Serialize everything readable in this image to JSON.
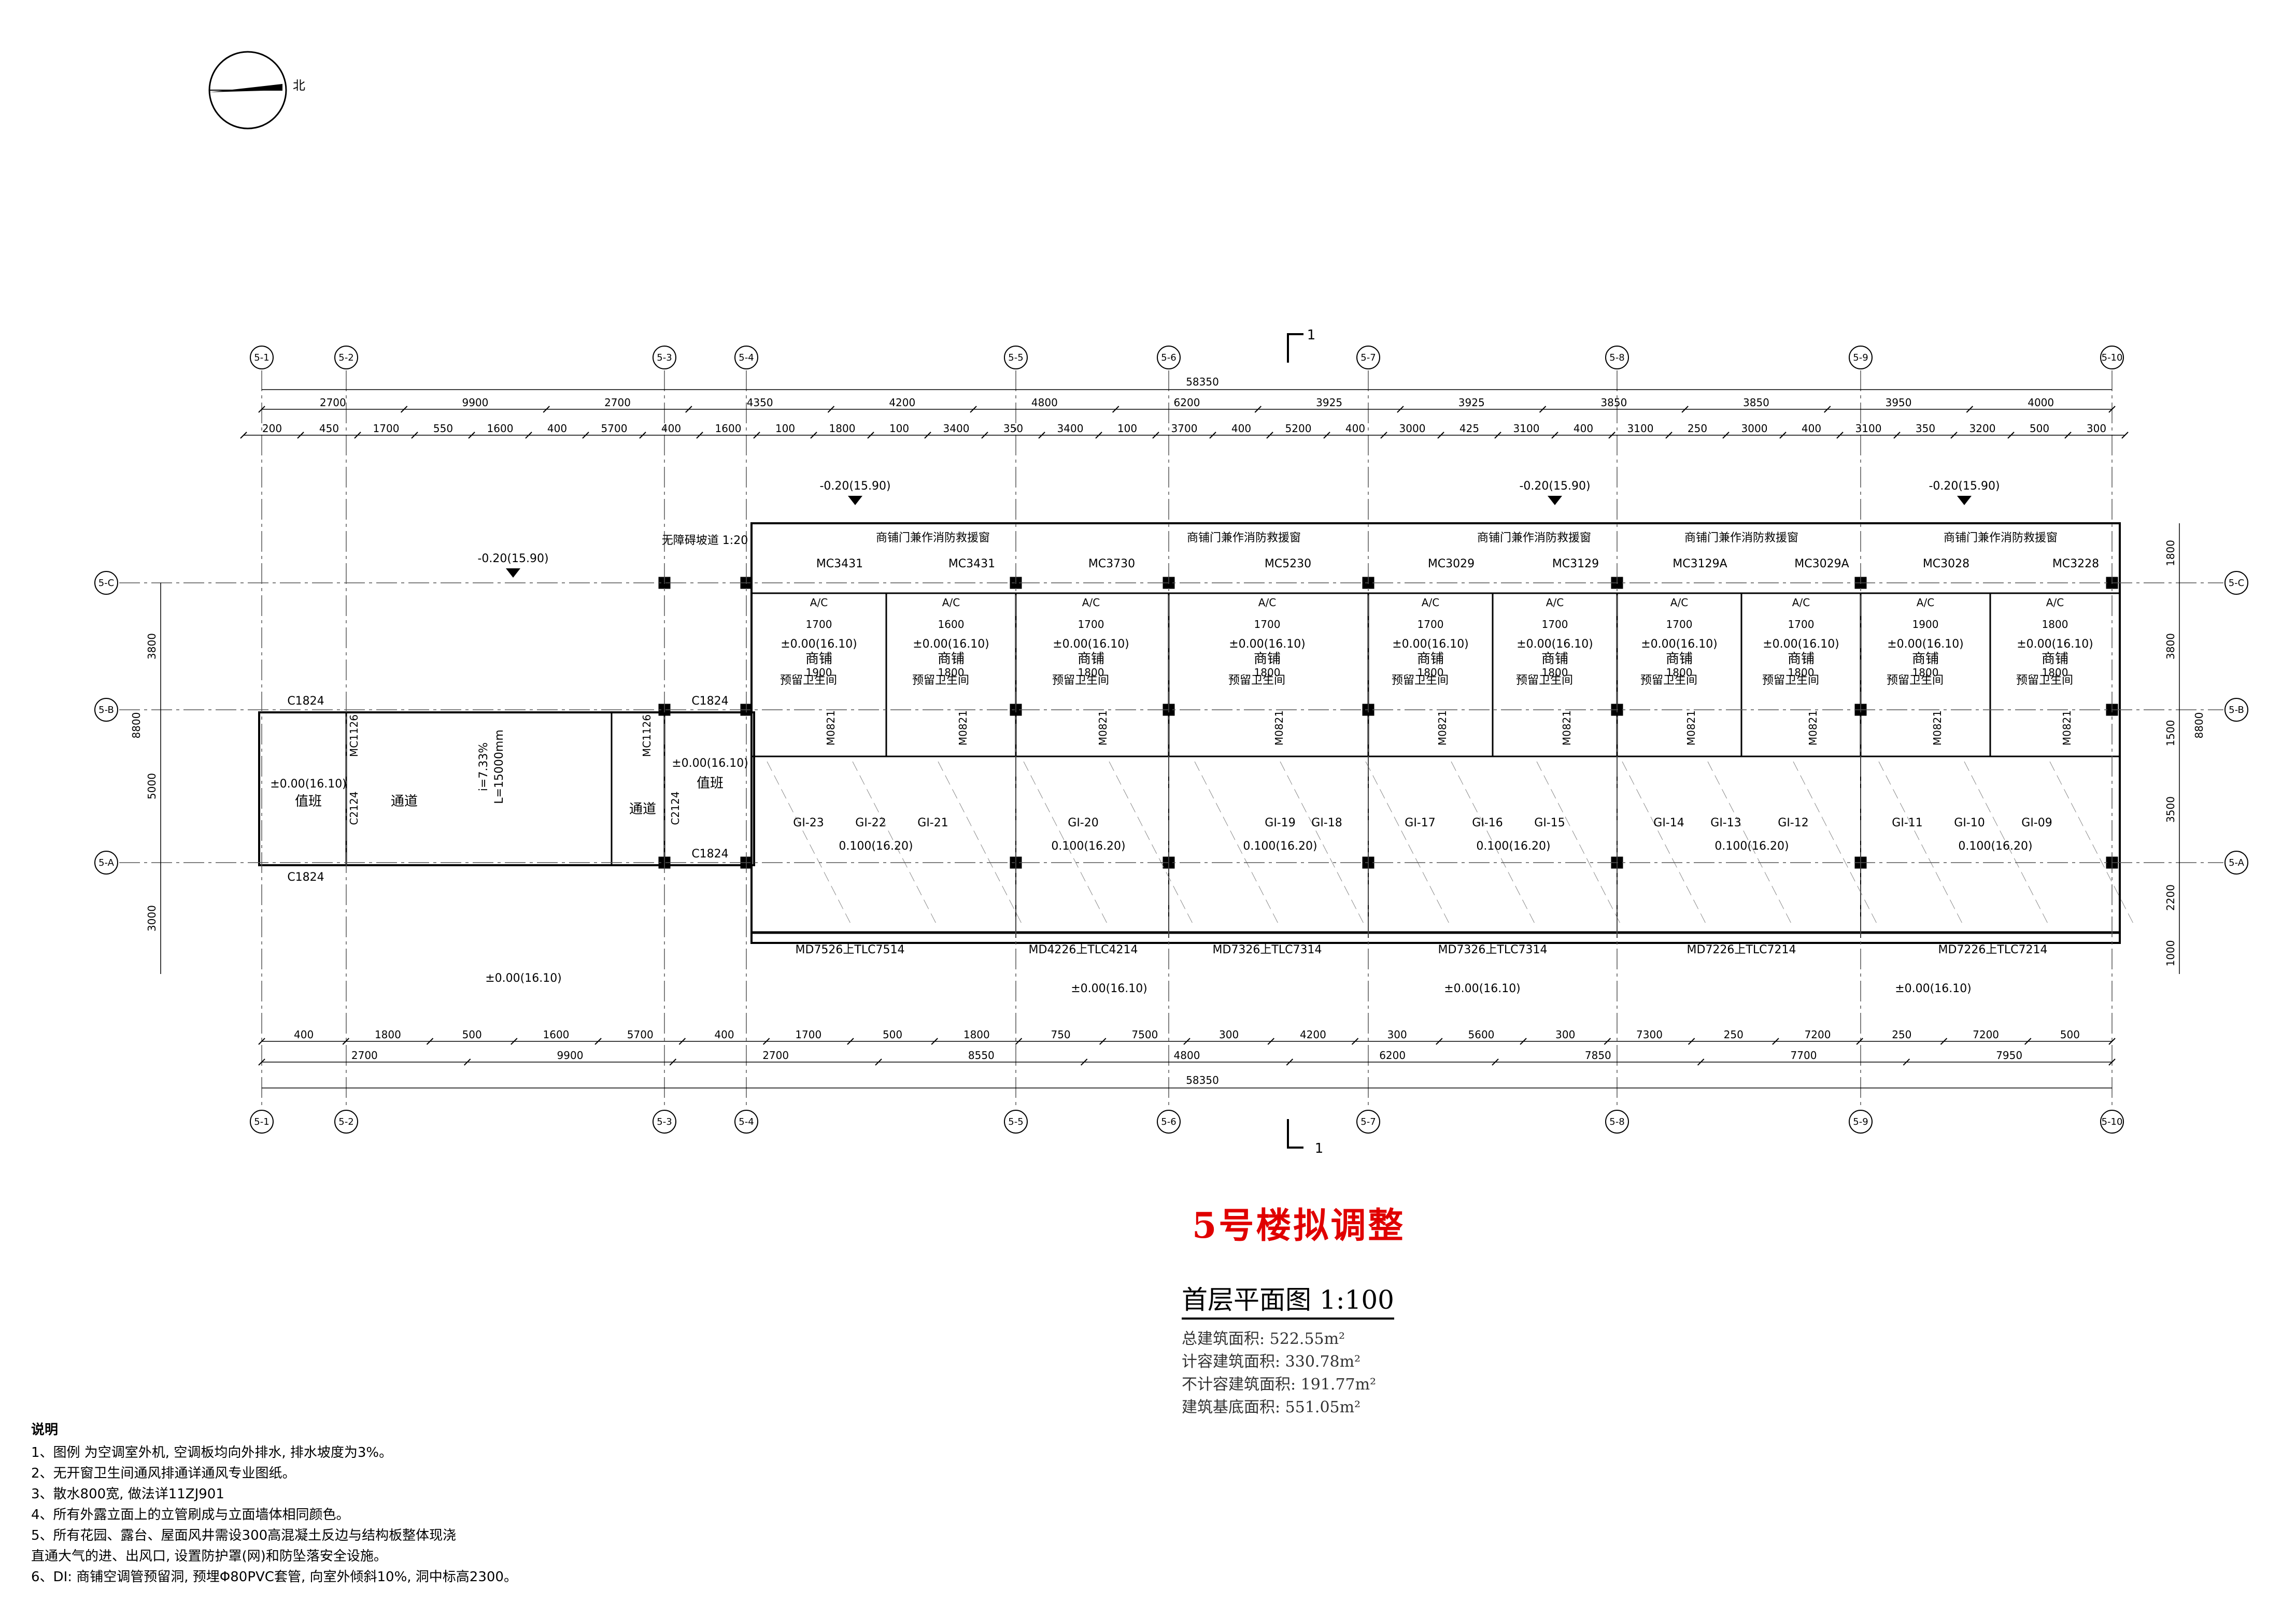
{
  "north_label": "北",
  "project_title": "5号楼拟调整",
  "plan_title": "首层平面图 1:100",
  "areas": [
    "总建筑面积: 522.55m²",
    "计容建筑面积: 330.78m²",
    "不计容建筑面积: 191.77m²",
    "建筑基底面积: 551.05m²"
  ],
  "notes_title": "说明",
  "notes": [
    "1、图例   为空调室外机, 空调板均向外排水, 排水坡度为3%。",
    "2、无开窗卫生间通风排通详通风专业图纸。",
    "3、散水800宽, 做法详11ZJ901",
    "4、所有外露立面上的立管刷成与立面墙体相同颜色。",
    "5、所有花园、露台、屋面风井需设300高混凝土反边与结构板整体现浇",
    "    直通大气的进、出风口, 设置防护罩(网)和防坠落安全设施。",
    "6、DI: 商铺空调管预留洞, 预埋Φ80PVC套管, 向室外倾斜10%, 洞中标高2300。"
  ],
  "section_mark": "1",
  "axis_labels": [
    "5-1",
    "5-2",
    "5-3",
    "5-4",
    "5-5",
    "5-6",
    "5-7",
    "5-8",
    "5-9",
    "5-10"
  ],
  "row_labels": [
    "5-C",
    "5-B",
    "5-A"
  ],
  "top_total": "58350",
  "top_row1": [
    "2700",
    "9900",
    "2700",
    "4350",
    "4200",
    "4800",
    "6200",
    "3925",
    "3925",
    "3850",
    "3850",
    "3950",
    "4000"
  ],
  "top_row2": [
    "200",
    "450",
    "1700",
    "550",
    "1600",
    "400",
    "5700",
    "400",
    "1600",
    "100",
    "1800",
    "100",
    "3400",
    "350",
    "3400",
    "100",
    "3700",
    "400",
    "5200",
    "400",
    "3000",
    "425",
    "3100",
    "400",
    "3100",
    "250",
    "3000",
    "400",
    "3100",
    "350",
    "3200",
    "500",
    "300"
  ],
  "bottom_row1": [
    "400",
    "1800",
    "500",
    "1600",
    "5700",
    "400",
    "1700",
    "500",
    "1800",
    "750",
    "7500",
    "300",
    "4200",
    "300",
    "5600",
    "300",
    "7300",
    "250",
    "7200",
    "250",
    "7200",
    "500"
  ],
  "bottom_row2": [
    "2700",
    "9900",
    "2700",
    "8550",
    "4800",
    "6200",
    "7850",
    "7700",
    "7950"
  ],
  "bottom_total": "58350",
  "left_dims": [
    "3800",
    "5000",
    "3000"
  ],
  "left_total": "8800",
  "right_dims": [
    "1800",
    "3800",
    "1500",
    "3500",
    "2200",
    "1000"
  ],
  "right_total": "8800",
  "elevations": {
    "outdoor_top": "-0.20(15.90)",
    "floor": "±0.00(16.10)",
    "corridor": "0.100(16.20)",
    "outdoor_left": "-0.20(15.90)"
  },
  "labels": {
    "ramp": "无障碍坡道 1:20",
    "shop": "商铺",
    "wc": "预留卫生间",
    "duty": "值班",
    "passage": "通道",
    "slope": "i=7.33%",
    "length": "L=15000mm",
    "shop_window_note": "商铺门兼作消防救援窗",
    "window_c1824": "C1824",
    "window_c2124": "C2124",
    "door_mc1126": "MC1126",
    "door_m0821": "M0821",
    "ac": "A/C"
  },
  "doors_top": [
    "MC3431",
    "MC3431",
    "MC3730",
    "MC5230",
    "MC3029",
    "MC3129",
    "MC3129A",
    "MC3029A",
    "MC3028",
    "MC3228"
  ],
  "doors_bottom": [
    "MD7526上TLC7514",
    "MD4226上TLC4214",
    "MD7326上TLC7314",
    "MD7326上TLC7314",
    "MD7226上TLC7214",
    "MD7226上TLC7214"
  ],
  "grid_marks": [
    "GI-23",
    "GI-22",
    "GI-21",
    "GI-20",
    "GI-19",
    "GI-18",
    "GI-17",
    "GI-16",
    "GI-15",
    "GI-14",
    "GI-13",
    "GI-12",
    "GI-11",
    "GI-10",
    "GI-09"
  ],
  "shop_dims": [
    "1700",
    "1600",
    "1700",
    "1700",
    "1700",
    "1700",
    "1700",
    "1700",
    "1900",
    "1800",
    "1800",
    "1800",
    "1800",
    "1800",
    "1800",
    "1800",
    "1800",
    "1800"
  ]
}
